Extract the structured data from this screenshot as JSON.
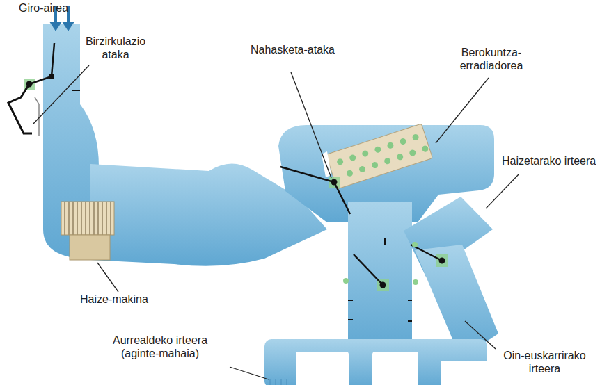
{
  "diagram": {
    "labels": [
      "Giro-airea",
      "Birzirkulazio ataka",
      "Nahasketa-ataka",
      "Berokuntza- erradiadorea",
      "Haizetarako irteera",
      "Haize-makina",
      "Aurrealdeko irteera (aginte-mahaia)",
      "Oin-euskarrirako irteera"
    ]
  }
}
